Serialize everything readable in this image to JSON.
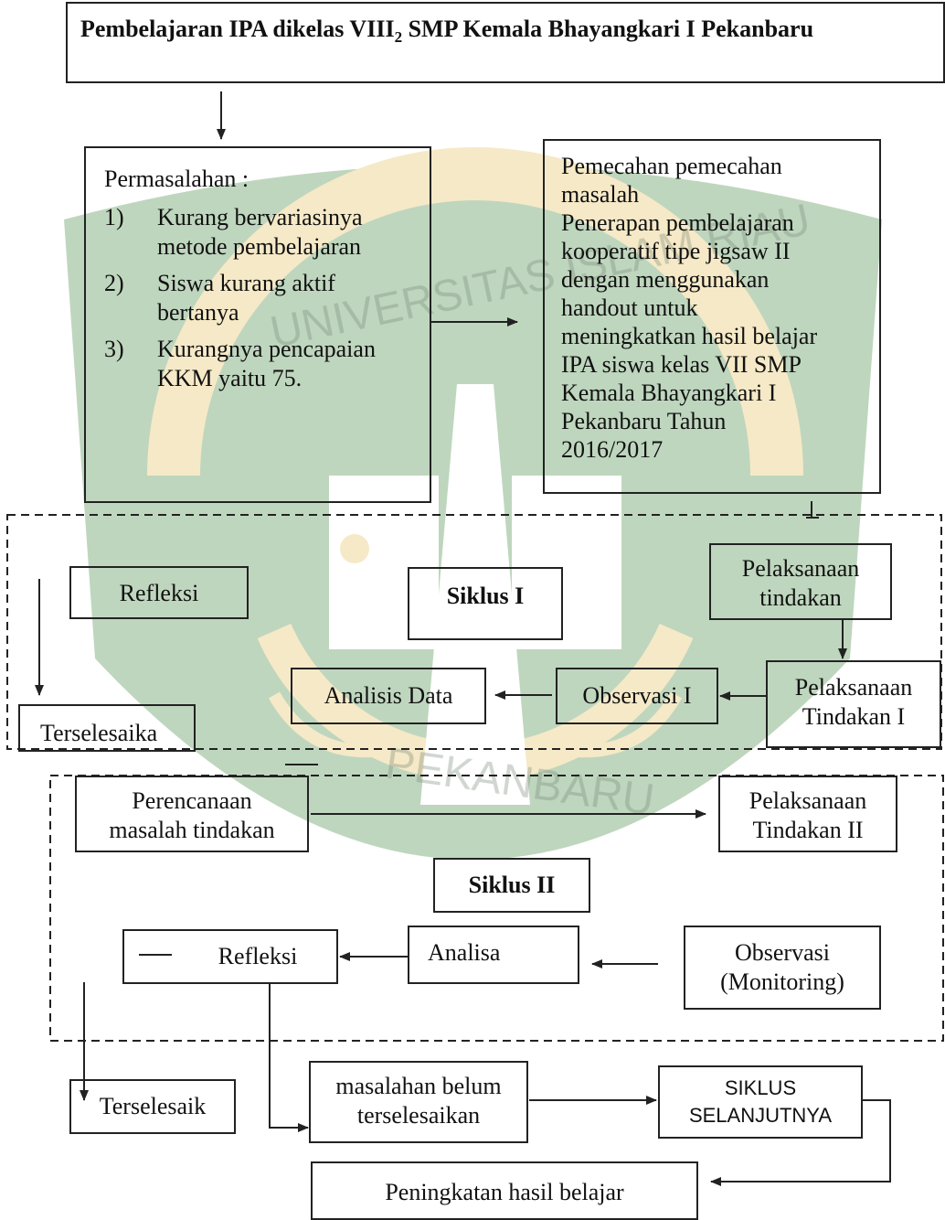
{
  "watermark": {
    "arc_top": "UNIVERSITAS ISLAM RIAU",
    "arc_bottom": "PEKANBARU"
  },
  "header": {
    "title": "Pembelajaran  IPA dikelas VIII",
    "title_sub": "2",
    "title_rest": " SMP Kemala Bhayangkari I Pekanbaru"
  },
  "problems": {
    "heading": "Permasalahan :",
    "items": [
      {
        "num": "1)",
        "lines": [
          "Kurang bervariasinya",
          "metode pembelajaran"
        ]
      },
      {
        "num": "2)",
        "lines": [
          "Siswa kurang aktif",
          "bertanya"
        ]
      },
      {
        "num": "3)",
        "lines": [
          "Kurangnya pencapaian",
          "KKM yaitu 75."
        ]
      }
    ]
  },
  "solution": {
    "lines": [
      "Pemecahan pemecahan",
      "masalah",
      "Penerapan pembelajaran",
      "kooperatif tipe jigsaw II",
      "dengan menggunakan",
      "handout untuk",
      "meningkatkan  hasil belajar",
      "IPA siswa kelas VII SMP",
      "Kemala Bhayangkari I",
      "Pekanbaru Tahun",
      "2016/2017"
    ]
  },
  "cycle1": {
    "title": "Siklus I",
    "refleksi": "Refleksi",
    "pelaksanaan_lines": [
      "Pelaksanaan",
      "tindakan"
    ],
    "pelaksanaan_i_lines": [
      "Pelaksanaan",
      "Tindakan I"
    ],
    "observasi": "Observasi I",
    "analisis": "Analisis Data",
    "terselesaika": "Terselesaika"
  },
  "cycle2": {
    "title": "Siklus II",
    "perencanaan_lines": [
      "Perencanaan",
      "masalah tindakan"
    ],
    "pelaksanaan_lines": [
      "Pelaksanaan",
      "Tindakan II"
    ],
    "refleksi": "Refleksi",
    "analisa": "Analisa",
    "observasi_lines": [
      "Observasi",
      "(Monitoring)"
    ]
  },
  "outcomes": {
    "terselesaik": "Terselesaik",
    "belum_lines": [
      "masalahan belum",
      "terselesaikan"
    ],
    "siklus_lines": [
      "SIKLUS",
      "SELANJUTNYA"
    ],
    "peningkatan": "Peningkatan hasil belajar"
  },
  "colors": {
    "watermark_green": "#2f7a2a",
    "watermark_gold": "#e2b94a",
    "line": "#222222"
  }
}
